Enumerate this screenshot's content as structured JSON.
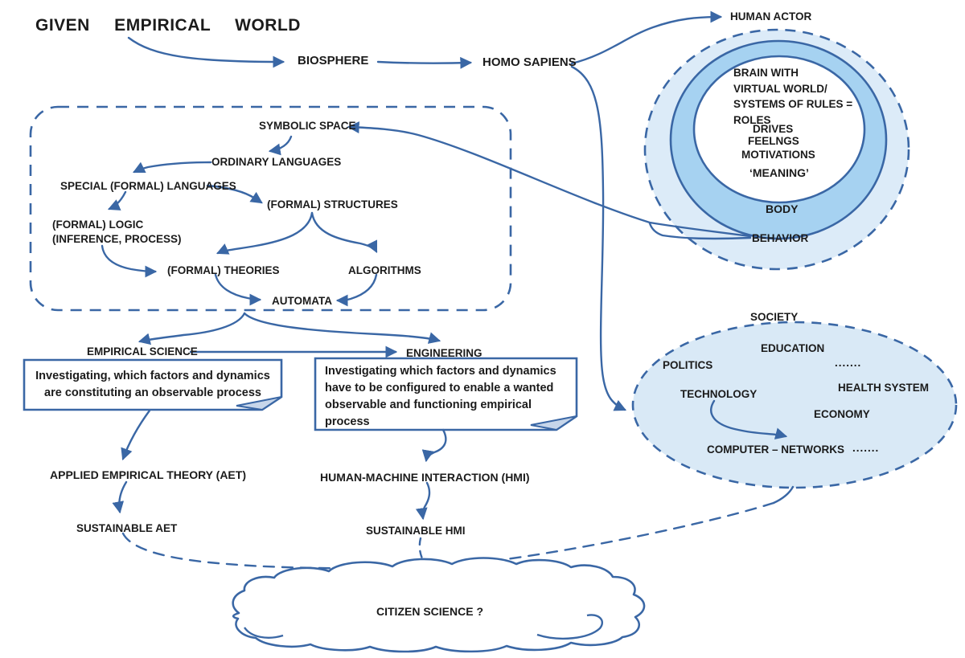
{
  "colors": {
    "line": "#3a67a5",
    "ring_outer_fill": "#dcebf8",
    "ring_mid_fill": "#a6d2f1",
    "society_fill": "#d9e9f6",
    "fold_fill": "#c7d6ea",
    "text": "#1b1b1b"
  },
  "top": {
    "given_world": "GIVEN EMPIRICAL WORLD",
    "biosphere": "BIOSPHERE",
    "homo_sapiens": "HOMO SAPIENS",
    "human_actor": "HUMAN ACTOR"
  },
  "actor": {
    "brain_lines": [
      "BRAIN WITH",
      "VIRTUAL WORLD/",
      "SYSTEMS OF RULES =",
      "ROLES"
    ],
    "drives": "DRIVES",
    "feelings": "FEELNGS",
    "motivations": "MOTIVATIONS",
    "meaning": "‘MEANING’",
    "body": "BODY",
    "behavior": "BEHAVIOR"
  },
  "symbolic": {
    "space": "SYMBOLIC SPACE",
    "ordinary": "ORDINARY LANGUAGES",
    "special": "SPECIAL (FORMAL) LANGUAGES",
    "structures": "(FORMAL) STRUCTURES",
    "logic_line1": "(FORMAL) LOGIC",
    "logic_line2": "(INFERENCE, PROCESS)",
    "theories": "(FORMAL) THEORIES",
    "algorithms": "ALGORITHMS",
    "automata": "AUTOMATA"
  },
  "branches": {
    "empirical_science": "EMPIRICAL SCIENCE",
    "engineering": "ENGINEERING",
    "science_note": "Investigating, which factors and dynamics are constituting an observable process",
    "engineering_note": "Investigating which factors and dynamics have to be configured to enable a wanted observable and functioning empirical process",
    "aet": "APPLIED EMPIRICAL THEORY (AET)",
    "hmi": "HUMAN-MACHINE INTERACTION (HMI)",
    "sustainable_aet": "SUSTAINABLE AET",
    "sustainable_hmi": "SUSTAINABLE HMI"
  },
  "society": {
    "label": "SOCIETY",
    "education": "EDUCATION",
    "politics": "POLITICS",
    "dots_top": ".......",
    "health_system": "HEALTH SYSTEM",
    "technology": "TECHNOLOGY",
    "economy": "ECONOMY",
    "computer_networks": "COMPUTER – NETWORKS",
    "dots_bottom": "......."
  },
  "cloud": {
    "label": "CITIZEN SCIENCE ?"
  }
}
